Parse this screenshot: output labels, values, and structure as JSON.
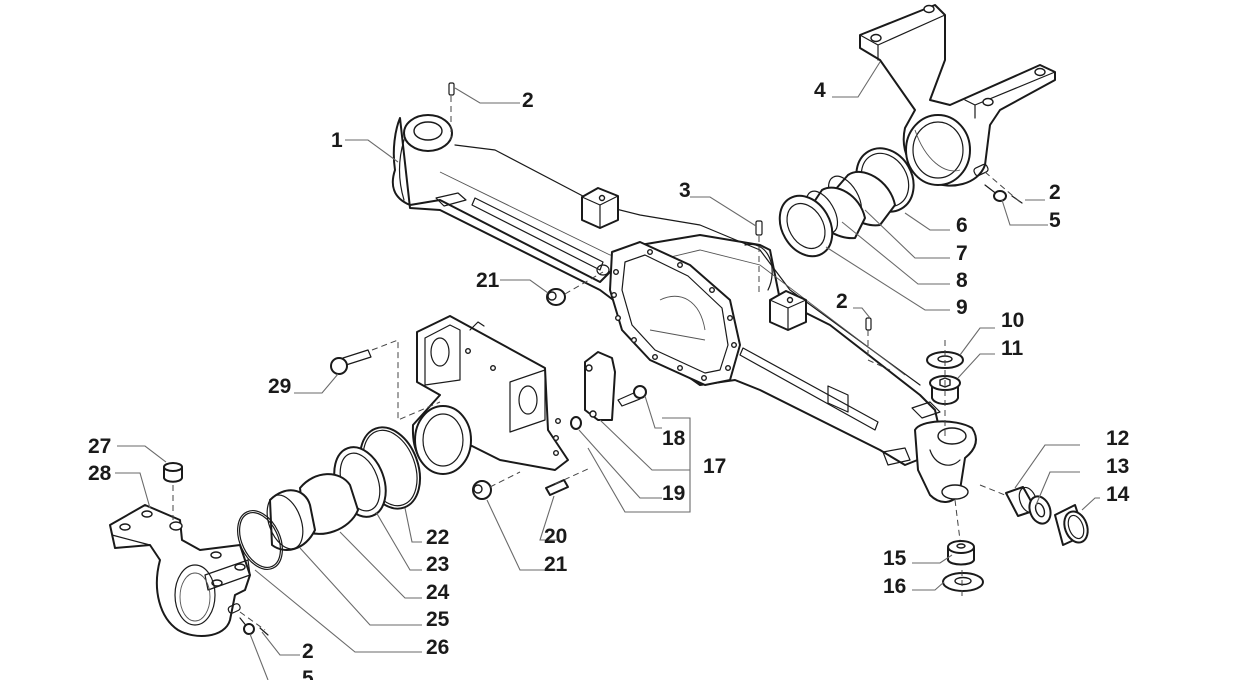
{
  "diagram": {
    "title": "Front axle assembly exploded view",
    "colors": {
      "line": "#1a1a1a",
      "leader": "#6a6a6a",
      "background": "#ffffff"
    },
    "callouts": [
      {
        "id": "c1",
        "label": "1",
        "part": "axle-housing"
      },
      {
        "id": "c2a",
        "label": "2",
        "part": "grease-nipple"
      },
      {
        "id": "c3",
        "label": "3",
        "part": "breather"
      },
      {
        "id": "c4",
        "label": "4",
        "part": "steering-knuckle-right"
      },
      {
        "id": "c2b",
        "label": "2",
        "part": "grease-nipple"
      },
      {
        "id": "c5a",
        "label": "5",
        "part": "pin"
      },
      {
        "id": "c6",
        "label": "6",
        "part": "seal"
      },
      {
        "id": "c7",
        "label": "7",
        "part": "bearing-cup"
      },
      {
        "id": "c8",
        "label": "8",
        "part": "bearing-cone"
      },
      {
        "id": "c9",
        "label": "9",
        "part": "seal-ring"
      },
      {
        "id": "c2c",
        "label": "2",
        "part": "grease-nipple"
      },
      {
        "id": "c10",
        "label": "10",
        "part": "washer"
      },
      {
        "id": "c11",
        "label": "11",
        "part": "bushing"
      },
      {
        "id": "c12",
        "label": "12",
        "part": "bushing"
      },
      {
        "id": "c13",
        "label": "13",
        "part": "seal"
      },
      {
        "id": "c14",
        "label": "14",
        "part": "bushing"
      },
      {
        "id": "c15",
        "label": "15",
        "part": "bushing"
      },
      {
        "id": "c16",
        "label": "16",
        "part": "washer"
      },
      {
        "id": "c21a",
        "label": "21",
        "part": "plug"
      },
      {
        "id": "c29",
        "label": "29",
        "part": "bolt"
      },
      {
        "id": "c18",
        "label": "18",
        "part": "bolt"
      },
      {
        "id": "c17",
        "label": "17",
        "part": "support-kit"
      },
      {
        "id": "c19",
        "label": "19",
        "part": "dowel"
      },
      {
        "id": "c20",
        "label": "20",
        "part": "pin"
      },
      {
        "id": "c21b",
        "label": "21",
        "part": "plug"
      },
      {
        "id": "c22",
        "label": "22",
        "part": "o-ring"
      },
      {
        "id": "c23",
        "label": "23",
        "part": "seal"
      },
      {
        "id": "c24",
        "label": "24",
        "part": "bearing-cup"
      },
      {
        "id": "c25",
        "label": "25",
        "part": "bearing-cone"
      },
      {
        "id": "c26",
        "label": "26",
        "part": "o-ring"
      },
      {
        "id": "c27",
        "label": "27",
        "part": "plug"
      },
      {
        "id": "c28",
        "label": "28",
        "part": "steering-knuckle-left"
      },
      {
        "id": "c2d",
        "label": "2",
        "part": "grease-nipple"
      },
      {
        "id": "c5b",
        "label": "5",
        "part": "pin"
      }
    ]
  }
}
